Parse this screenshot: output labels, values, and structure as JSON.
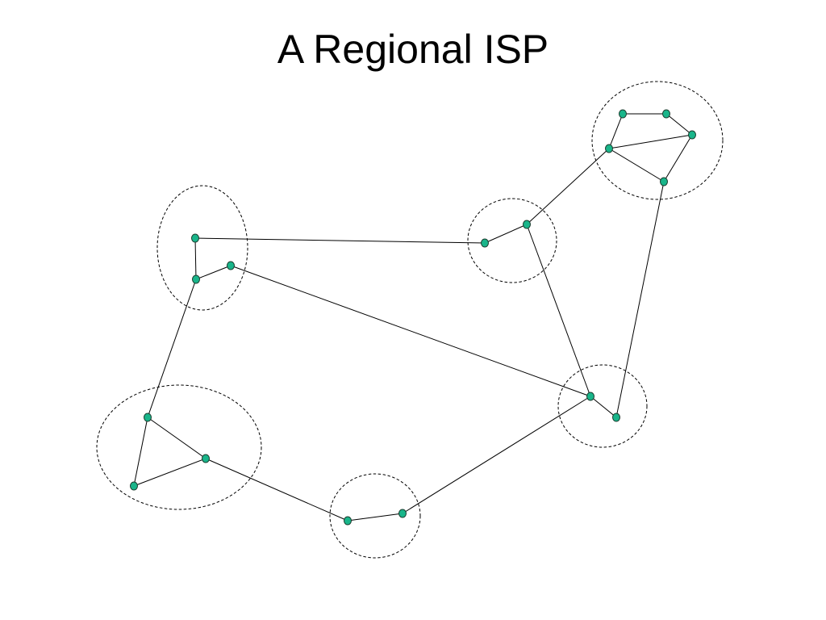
{
  "slide": {
    "title": "A Regional ISP"
  },
  "colors": {
    "node_fill": "#19b58a",
    "node_stroke": "#1a3d2e",
    "link": "#000000",
    "region_border": "#000000"
  },
  "regions": [
    {
      "id": "region-top-right"
    },
    {
      "id": "region-upper-middle"
    },
    {
      "id": "region-upper-left"
    },
    {
      "id": "region-right"
    },
    {
      "id": "region-lower-left"
    },
    {
      "id": "region-bottom-middle"
    }
  ],
  "nodes": [
    {
      "id": "n1"
    },
    {
      "id": "n2"
    },
    {
      "id": "n3"
    },
    {
      "id": "n4"
    },
    {
      "id": "n5"
    },
    {
      "id": "n6"
    },
    {
      "id": "n7"
    },
    {
      "id": "n8"
    },
    {
      "id": "n9"
    },
    {
      "id": "n10"
    },
    {
      "id": "n11"
    },
    {
      "id": "n12"
    },
    {
      "id": "n13"
    },
    {
      "id": "n14"
    },
    {
      "id": "n15"
    },
    {
      "id": "n16"
    },
    {
      "id": "n17"
    }
  ],
  "links": [
    [
      "n1",
      "n2"
    ],
    [
      "n2",
      "n3"
    ],
    [
      "n3",
      "n5"
    ],
    [
      "n5",
      "n4"
    ],
    [
      "n4",
      "n1"
    ],
    [
      "n4",
      "n3"
    ],
    [
      "n6",
      "n7"
    ],
    [
      "n7",
      "n4"
    ],
    [
      "n8",
      "n9"
    ],
    [
      "n9",
      "n10"
    ],
    [
      "n8",
      "n6"
    ],
    [
      "n7",
      "n11"
    ],
    [
      "n5",
      "n12"
    ],
    [
      "n11",
      "n12"
    ],
    [
      "n10",
      "n11"
    ],
    [
      "n9",
      "n13"
    ],
    [
      "n13",
      "n14"
    ],
    [
      "n13",
      "n15"
    ],
    [
      "n14",
      "n15"
    ],
    [
      "n15",
      "n16"
    ],
    [
      "n16",
      "n17"
    ],
    [
      "n17",
      "n11"
    ]
  ]
}
